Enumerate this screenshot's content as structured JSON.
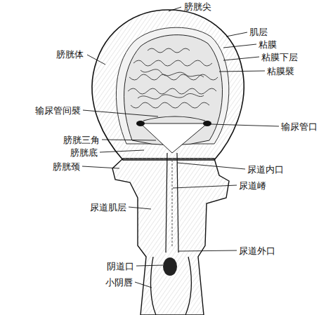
{
  "diagram": {
    "labels": [
      "膀胱尖",
      "肌层",
      "粘膜",
      "粘膜下层",
      "粘膜襞",
      "膀胱体",
      "输尿管间襞",
      "输尿管口",
      "膀胱三角",
      "膀胱底",
      "膀胱颈",
      "尿道内口",
      "尿道嵴",
      "尿道肌层",
      "尿道外口",
      "阴道口",
      "小阴唇"
    ]
  }
}
